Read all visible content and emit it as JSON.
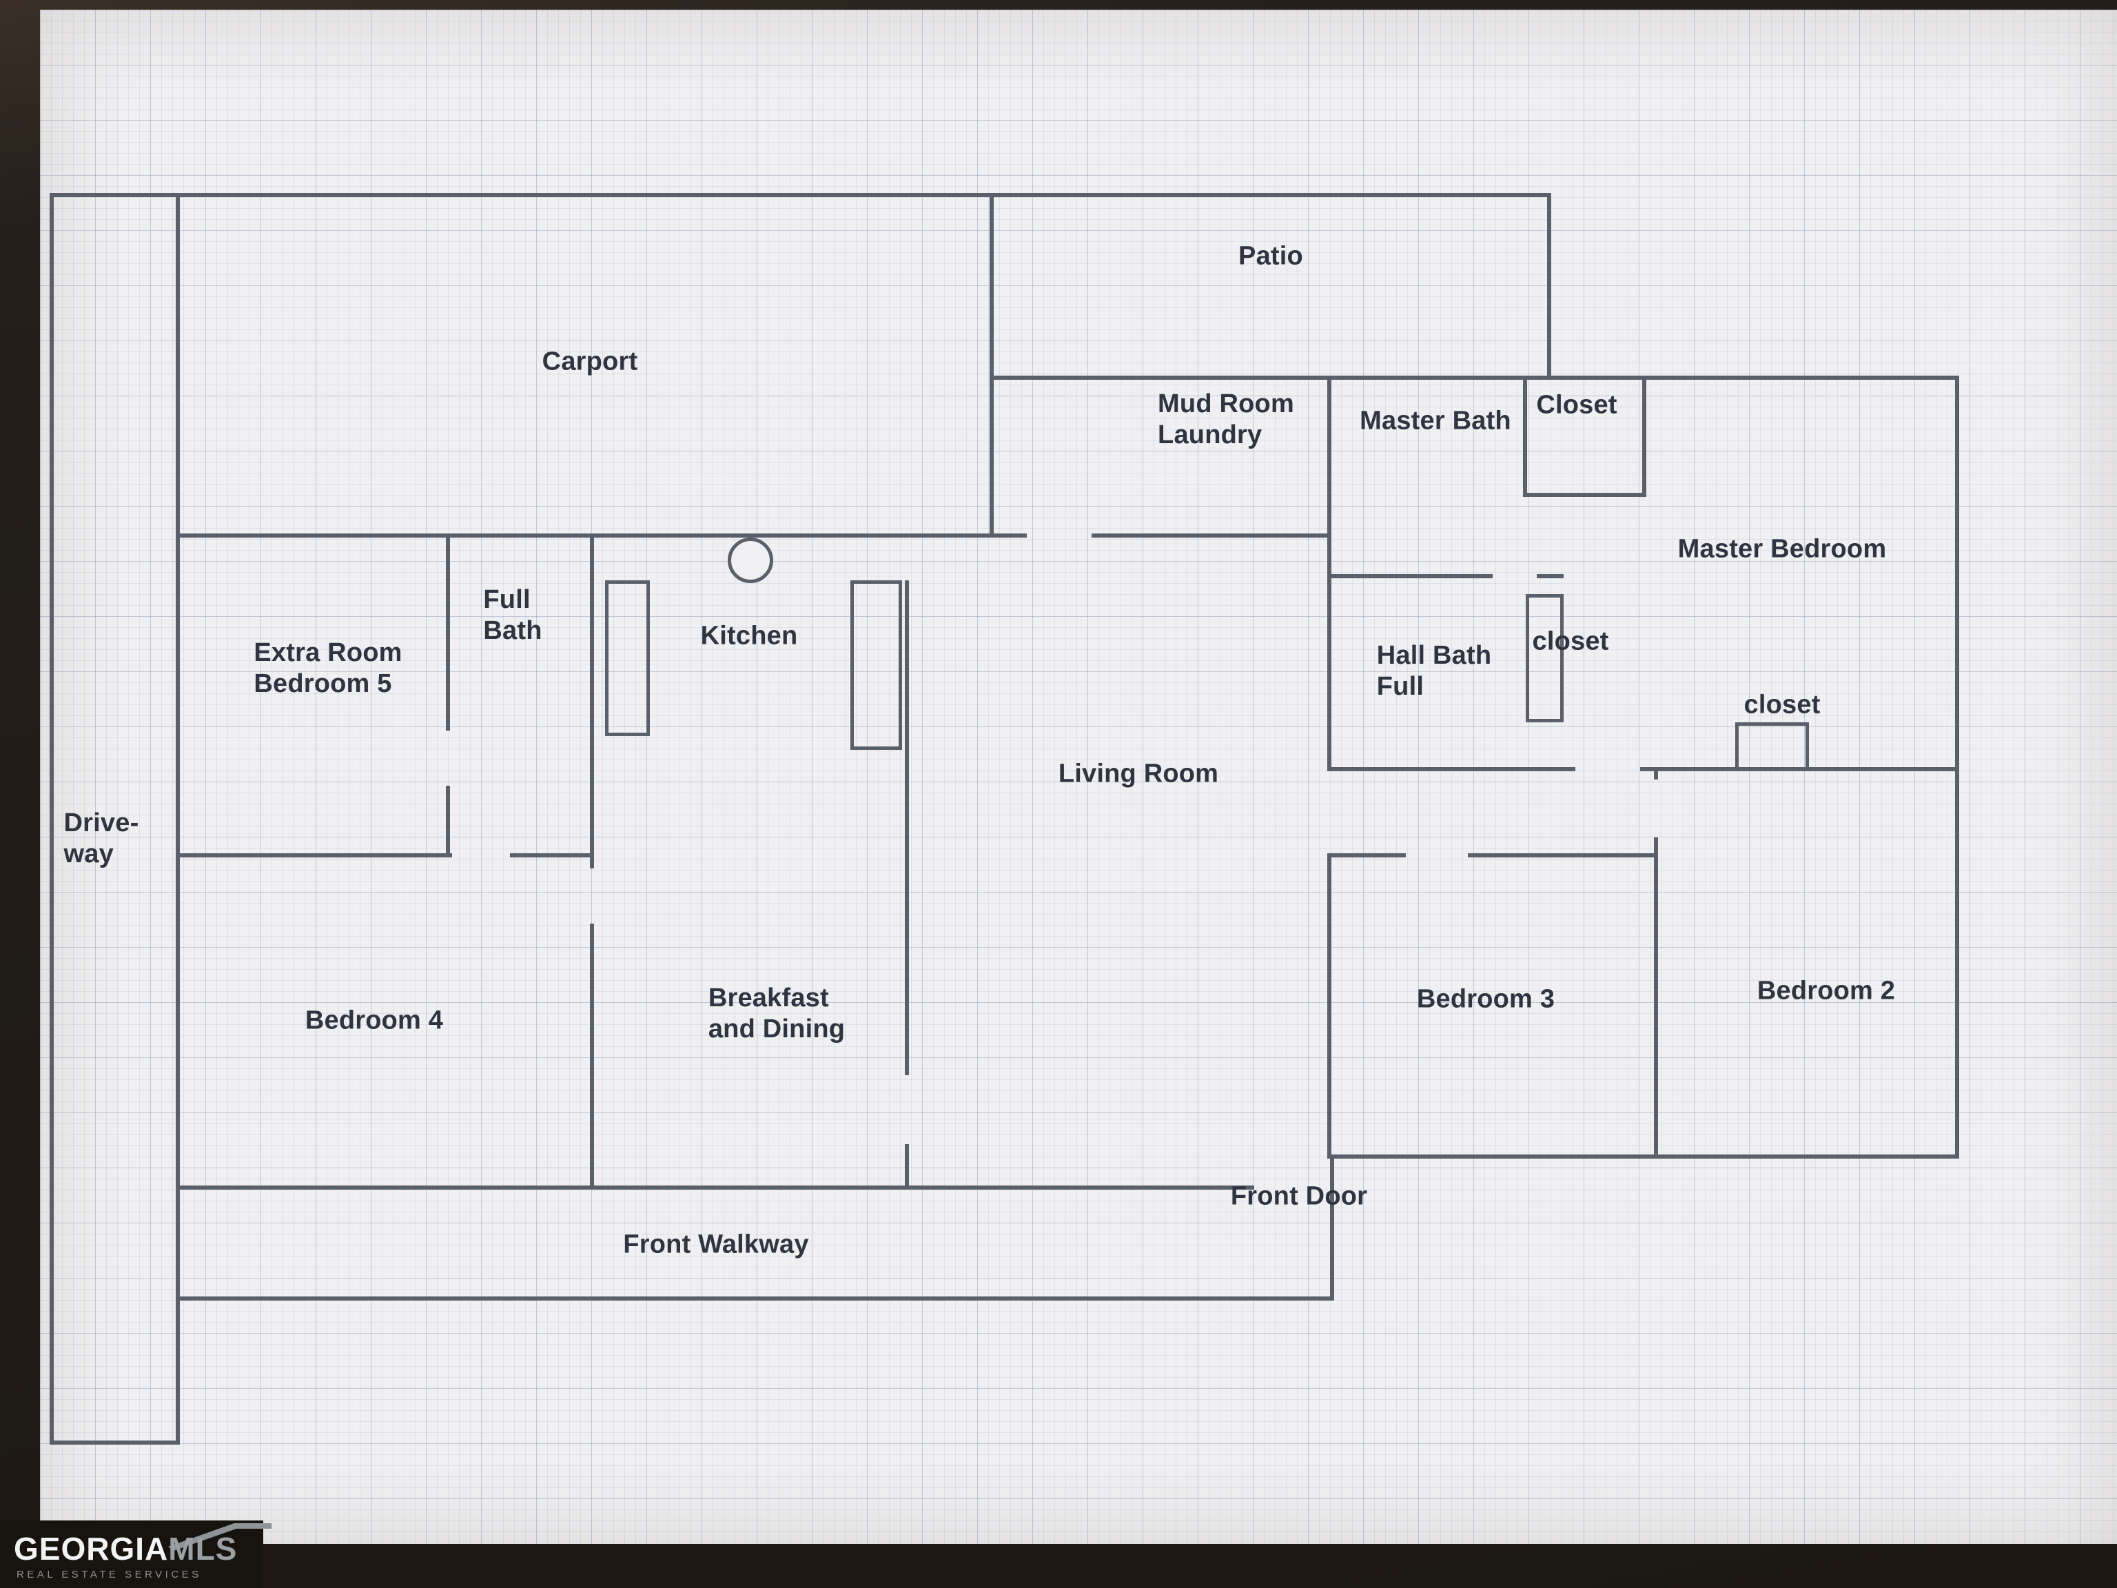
{
  "colors": {
    "photo_background": "#241f1a",
    "paper": "#f0eff1",
    "wall": "#5a5f6a",
    "label_text": "#2f3440",
    "grid_line": "#aebad0",
    "logo_primary": "#f2f3f4",
    "logo_secondary": "#9ba0a5"
  },
  "rooms": {
    "patio": {
      "label": "Patio"
    },
    "carport": {
      "label": "Carport"
    },
    "mud_room": {
      "label": "Mud Room\nLaundry"
    },
    "master_bath": {
      "label": "Master Bath"
    },
    "closet_top": {
      "label": "Closet"
    },
    "master_bedroom": {
      "label": "Master Bedroom"
    },
    "extra_room": {
      "label": "Extra Room\nBedroom 5"
    },
    "full_bath": {
      "label": "Full\nBath"
    },
    "kitchen": {
      "label": "Kitchen"
    },
    "hall_bath": {
      "label": "Hall Bath\nFull"
    },
    "closet_hall": {
      "label": "closet"
    },
    "closet_master": {
      "label": "closet"
    },
    "living_room": {
      "label": "Living Room"
    },
    "driveway": {
      "label": "Drive-\nway"
    },
    "bedroom4": {
      "label": "Bedroom 4"
    },
    "breakfast": {
      "label": "Breakfast\nand Dining"
    },
    "bedroom3": {
      "label": "Bedroom 3"
    },
    "bedroom2": {
      "label": "Bedroom 2"
    },
    "front_door": {
      "label": "Front Door"
    },
    "front_walkway": {
      "label": "Front Walkway"
    }
  },
  "symbols": {
    "kitchen_circle": "circle-fixture"
  },
  "logo": {
    "brand_primary": "GEORGIA",
    "brand_secondary": "MLS",
    "tagline": "REAL ESTATE SERVICES",
    "roof_icon": "house-roof-icon"
  }
}
